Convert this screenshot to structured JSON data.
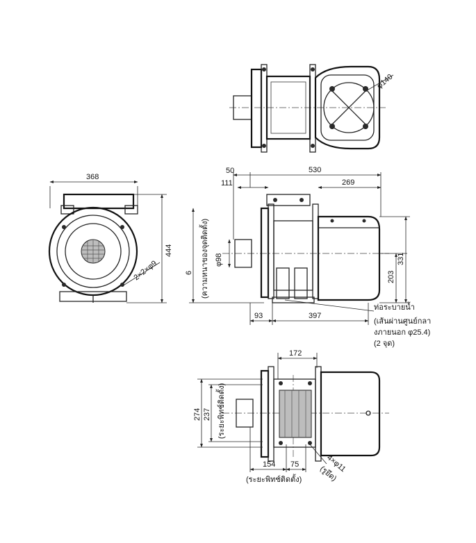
{
  "top_view": {
    "dim_pipe_dia": "φ140"
  },
  "front_view": {
    "dim_width": "368",
    "dim_height": "444",
    "dim_holes": "2×2×φ9"
  },
  "side_view": {
    "dim_50": "50",
    "dim_530": "530",
    "dim_111": "111",
    "dim_269": "269",
    "dim_98": "φ98",
    "dim_6": "6",
    "dim_203": "203",
    "dim_331": "331",
    "dim_93": "93",
    "dim_397": "397",
    "dim_6_note": "(ความหนาของจุดติดตั้ง)",
    "drain_label": "ท่อระบายน้ำ",
    "drain_note_1": "(เส้นผ่านศูนย์กลา",
    "drain_note_2": "งภายนอก φ25.4)",
    "drain_note_3": "(2 จุด)"
  },
  "bottom_view": {
    "dim_172": "172",
    "dim_274": "274",
    "dim_237": "237",
    "dim_237_note": "(ระยะพิทช์ติดตั้ง)",
    "dim_154": "154",
    "dim_75": "75",
    "dim_bolt": "4×φ11",
    "dim_bolt_note": "(รูยึด)",
    "pitch_note": "(ระยะพิทช์ติดตั้ง)"
  }
}
